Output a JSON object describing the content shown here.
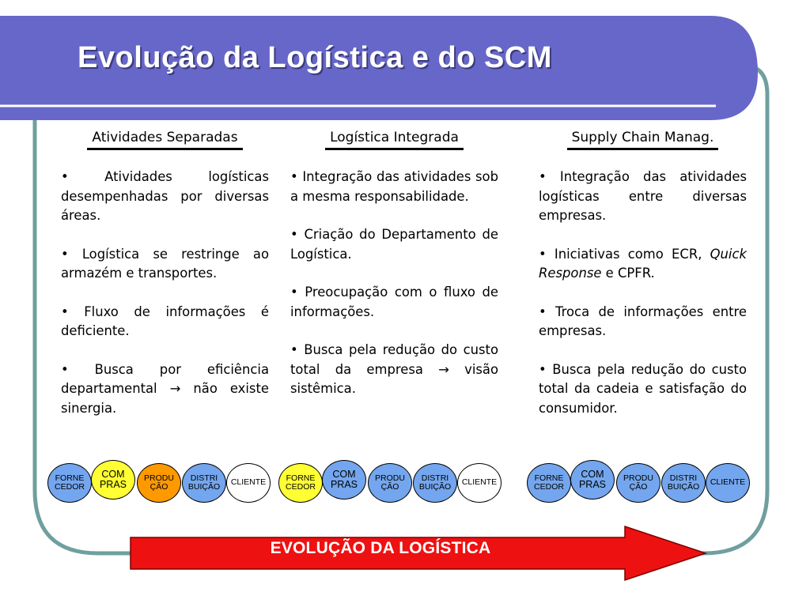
{
  "slide": {
    "title": "Evolução da Logística e do SCM",
    "colors": {
      "header_band": "#6767c9",
      "frame_border": "#6f9f9f",
      "arrow": "#ee1111",
      "circle_yellow": "#ffff33",
      "circle_orange": "#ff9900",
      "circle_blue": "#73a6ee",
      "circle_white": "#ffffff"
    },
    "columns": [
      {
        "heading": "Atividades Separadas",
        "bullets": [
          {
            "text": "• Atividades logísticas desempenhadas por diversas áreas."
          },
          {
            "text": "• Logística se restringe ao armazém e transportes."
          },
          {
            "text": "• Fluxo de informações é deficiente."
          },
          {
            "text": "• Busca por eficiência departamental → não existe sinergia."
          }
        ],
        "chain": [
          {
            "label": "FORNE CEDOR",
            "color": "blue"
          },
          {
            "label": "COM PRAS",
            "color": "yellow"
          },
          {
            "label": "PRODU ÇÃO",
            "color": "orange"
          },
          {
            "label": "DISTRI BUIÇÃO",
            "color": "blue"
          },
          {
            "label": "CLIENTE",
            "color": "white"
          }
        ]
      },
      {
        "heading": "Logística Integrada",
        "bullets": [
          {
            "text": "• Integração das atividades sob a mesma responsabilidade."
          },
          {
            "text": "• Criação do Departamento de Logística."
          },
          {
            "text": "• Preocupação com o fluxo de informações."
          },
          {
            "text": "• Busca pela redução do custo total da empresa → visão sistêmica."
          }
        ],
        "chain": [
          {
            "label": "FORNE CEDOR",
            "color": "yellow"
          },
          {
            "label": "COM PRAS",
            "color": "blue"
          },
          {
            "label": "PRODU ÇÃO",
            "color": "blue"
          },
          {
            "label": "DISTRI BUIÇÃO",
            "color": "blue"
          },
          {
            "label": "CLIENTE",
            "color": "white"
          }
        ]
      },
      {
        "heading": "Supply Chain Manag.",
        "bullets": [
          {
            "text": "• Integração das atividades logísticas entre diversas empresas."
          },
          {
            "text": "• Iniciativas como ECR, Quick Response e CPFR.",
            "italic": "Quick Response"
          },
          {
            "text": "• Troca de informações entre empresas."
          },
          {
            "text": "• Busca pela redução do custo total da cadeia e satisfação do consumidor."
          }
        ],
        "chain": [
          {
            "label": "FORNE CEDOR",
            "color": "blue"
          },
          {
            "label": "COM PRAS",
            "color": "blue"
          },
          {
            "label": "PRODU ÇÃO",
            "color": "blue"
          },
          {
            "label": "DISTRI BUIÇÃO",
            "color": "blue"
          },
          {
            "label": "CLIENTE",
            "color": "blue"
          }
        ]
      }
    ],
    "arrow_label": "EVOLUÇÃO DA LOGÍSTICA"
  }
}
